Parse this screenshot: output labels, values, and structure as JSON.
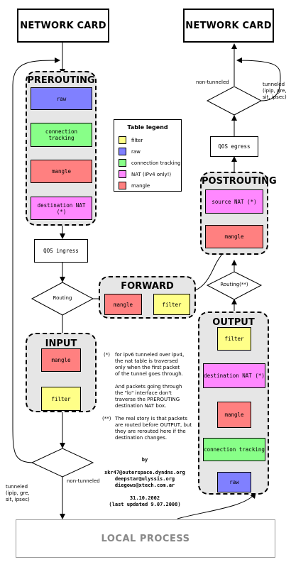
{
  "colors": {
    "filter": "#ffff88",
    "raw": "#8080ff",
    "connection_tracking": "#88ff88",
    "nat": "#ff88ff",
    "mangle": "#ff8080",
    "chain_bg": "#e6e6e6"
  },
  "top_boxes": {
    "left": "NETWORK CARD",
    "right": "NETWORK CARD"
  },
  "bottom_box": "LOCAL PROCESS",
  "chains": {
    "prerouting": {
      "title": "PREROUTING",
      "tables": [
        "raw",
        "connection tracking",
        "mangle",
        "destination NAT (*)"
      ]
    },
    "forward": {
      "title": "FORWARD",
      "tables": [
        "mangle",
        "filter"
      ]
    },
    "input": {
      "title": "INPUT",
      "tables": [
        "mangle",
        "filter"
      ]
    },
    "postrouting": {
      "title": "POSTROUTING",
      "tables": [
        "source NAT (*)",
        "mangle"
      ]
    },
    "output": {
      "title": "OUTPUT",
      "tables": [
        "filter",
        "destination NAT (*)",
        "mangle",
        "connection tracking",
        "raw"
      ]
    }
  },
  "boxes": {
    "qos_ingress": "QOS ingress",
    "qos_egress": "QOS egress"
  },
  "decisions": {
    "routing_left": "Routing",
    "routing_right": "Routing(**)"
  },
  "labels": {
    "non_tunneled_top": "non-tunneled",
    "tunneled_top": [
      "tunneled",
      "(ipip, gre,",
      "sit, ipsec)"
    ],
    "tunneled_bottom": [
      "tunneled",
      "(ipip, gre,",
      "sit, ipsec)"
    ],
    "non_tunneled_bottom": "non-tunneled"
  },
  "legend": {
    "title": "Table legend",
    "items": [
      {
        "label": "filter",
        "color": "#ffff88"
      },
      {
        "label": "raw",
        "color": "#8080ff"
      },
      {
        "label": "connection tracking",
        "color": "#88ff88"
      },
      {
        "label": "NAT (IPv4 only!)",
        "color": "#ff88ff"
      },
      {
        "label": "mangle",
        "color": "#ff8080"
      }
    ]
  },
  "notes": {
    "star_mark": "(*)",
    "star_lines": [
      "for ipv6 tunneled over ipv4,",
      "the nat table is traversed",
      "only when the first packet",
      "of the tunnel goes through.",
      "",
      "And packets going through",
      "the \"lo\" interface don't",
      "traverse the PREROUTING",
      "destination NAT box."
    ],
    "dstar_mark": "(**)",
    "dstar_lines": [
      "The real story is that packets",
      "are routed before OUTPUT, but",
      "they are rerouted here if the",
      "destination changes."
    ]
  },
  "credits": {
    "by": "by",
    "authors": [
      "xkr47@outerspace.dyndns.org",
      "deepstar@ulyssis.org",
      "diegows@xtech.com.ar"
    ],
    "date": "31.10.2002",
    "updated": "(last updated 9.07.2008)"
  }
}
